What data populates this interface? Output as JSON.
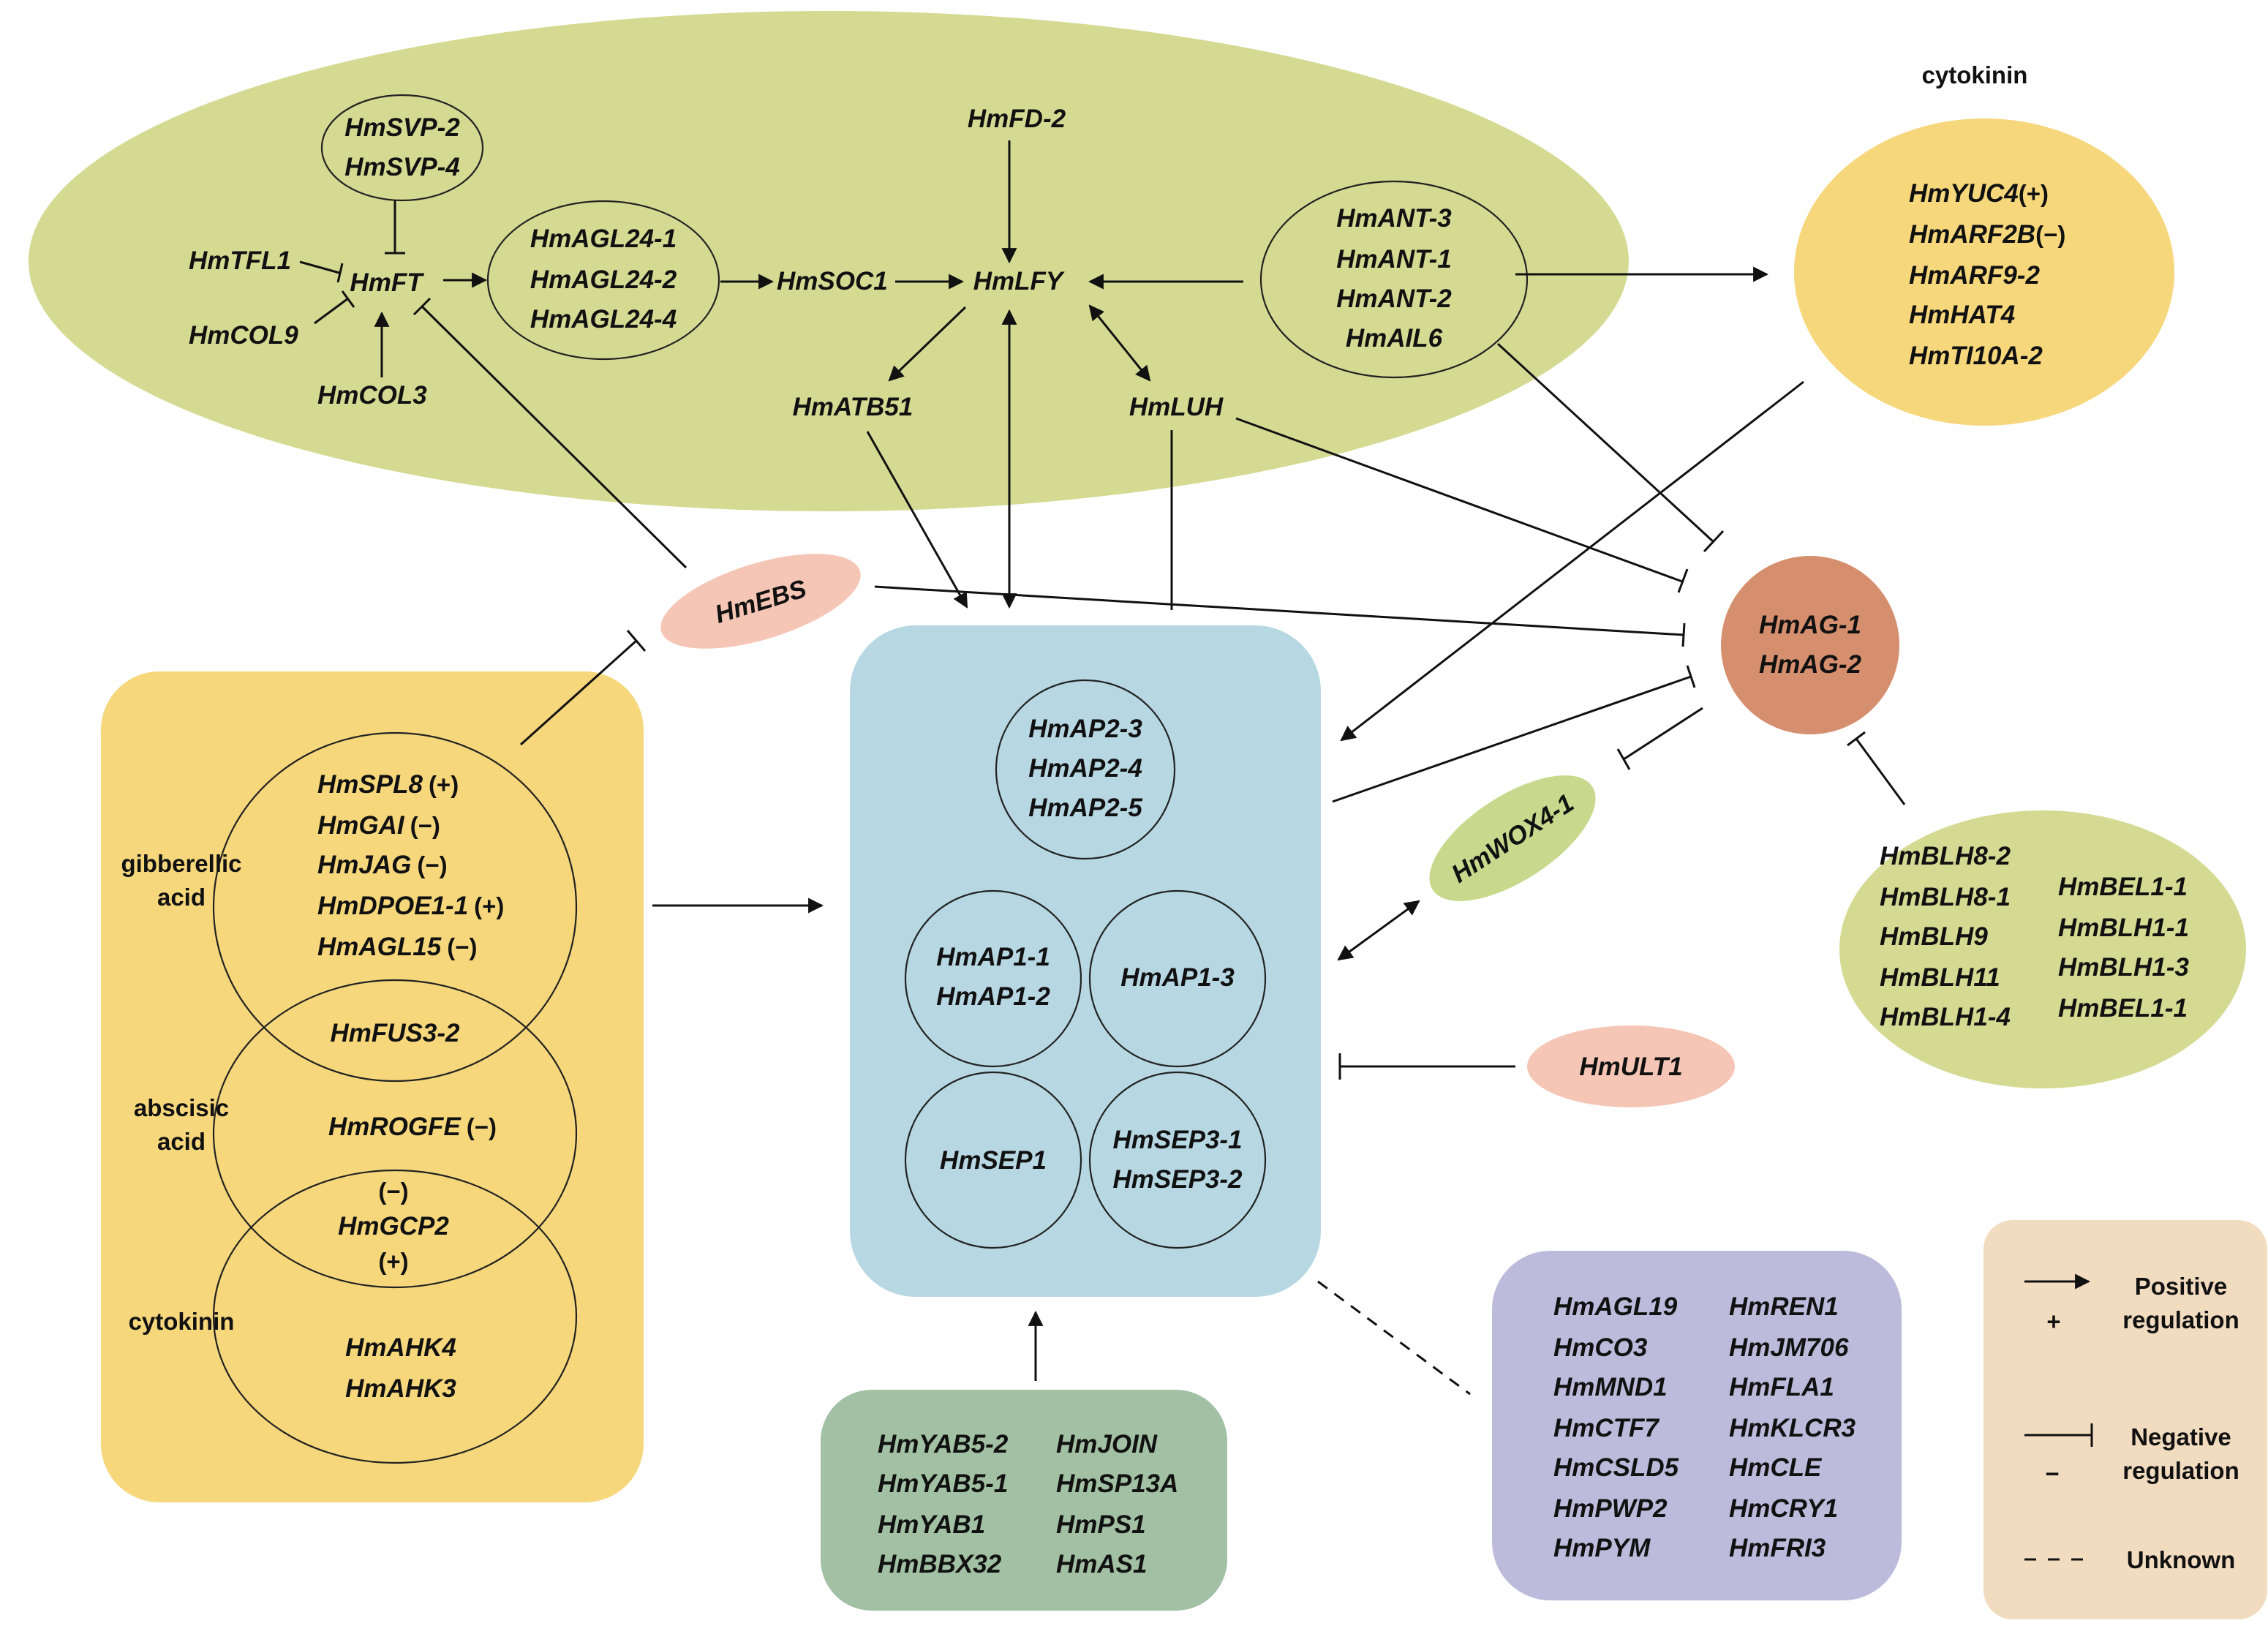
{
  "colors": {
    "top_ellipse": "#d4da92",
    "hormone_box": "#f6d77b",
    "hormone_circle": "#f6d77b",
    "center_box": "#b7d8e3",
    "yab_box": "#a2c0a3",
    "agl19_box": "#bdbbdb",
    "legend_box": "#f2dcc0",
    "ag_circle": "#d68f6e",
    "blh_ellipse": "#d4da92",
    "wox_ellipse": "#c8d98d",
    "ebs_ellipse": "#f5c6b5",
    "ult_ellipse": "#f5c6b5"
  },
  "top_module": {
    "svp": [
      "HmSVP-2",
      "HmSVP-4"
    ],
    "tfl1": "HmTFL1",
    "ft": "HmFT",
    "col9": "HmCOL9",
    "col3": "HmCOL3",
    "agl24": [
      "HmAGL24-1",
      "HmAGL24-2",
      "HmAGL24-4"
    ],
    "soc1": "HmSOC1",
    "fd2": "HmFD-2",
    "lfy": "HmLFY",
    "ant": [
      "HmANT-3",
      "HmANT-1",
      "HmANT-2",
      "HmAIL6"
    ],
    "atb51": "HmATB51",
    "luh": "HmLUH"
  },
  "cytokinin_module": {
    "title": "cytokinin",
    "lines": [
      {
        "gene": "HmYUC4",
        "sign": "(+)"
      },
      {
        "gene": "HmARF2B",
        "sign": "(−)"
      },
      {
        "gene": "HmARF9-2",
        "sign": ""
      },
      {
        "gene": "HmHAT4",
        "sign": ""
      },
      {
        "gene": "HmTI10A-2",
        "sign": ""
      }
    ]
  },
  "ebs": "HmEBS",
  "ag": [
    "HmAG-1",
    "HmAG-2"
  ],
  "wox": "HmWOX4-1",
  "ult": "HmULT1",
  "blh": {
    "left": [
      "HmBLH8-2",
      "HmBLH8-1",
      "HmBLH9",
      "HmBLH11",
      "HmBLH1-4"
    ],
    "right": [
      "HmBEL1-1",
      "HmBLH1-1",
      "HmBLH1-3",
      "HmBEL1-1"
    ]
  },
  "hormone_module": {
    "labels": {
      "ga_line1": "gibberellic",
      "ga_line2": "acid",
      "aba_line1": "abscisic",
      "aba_line2": "acid",
      "ck": "cytokinin"
    },
    "ga_genes": [
      {
        "gene": "HmSPL8",
        "sign": "(+)"
      },
      {
        "gene": "HmGAI",
        "sign": "(−)"
      },
      {
        "gene": "HmJAG",
        "sign": "(−)"
      },
      {
        "gene": "HmDPOE1-1",
        "sign": "(+)"
      },
      {
        "gene": "HmAGL15",
        "sign": "(−)"
      }
    ],
    "fus3": "HmFUS3-2",
    "rogfe": {
      "gene": "HmROGFE",
      "sign": "(−)"
    },
    "gcp2": {
      "gene": "HmGCP2",
      "sign_above": "(−)",
      "sign_below": "(+)"
    },
    "ahk": [
      "HmAHK4",
      "HmAHK3"
    ]
  },
  "floral_module": {
    "ap2": [
      "HmAP2-3",
      "HmAP2-4",
      "HmAP2-5"
    ],
    "ap1": [
      "HmAP1-1",
      "HmAP1-2"
    ],
    "ap13": "HmAP1-3",
    "sep1": "HmSEP1",
    "sep3": [
      "HmSEP3-1",
      "HmSEP3-2"
    ]
  },
  "yab_module": {
    "left": [
      "HmYAB5-2",
      "HmYAB5-1",
      "HmYAB1",
      "HmBBX32"
    ],
    "right": [
      "HmJOIN",
      "HmSP13A",
      "HmPS1",
      "HmAS1"
    ]
  },
  "agl19_module": {
    "left": [
      "HmAGL19",
      "HmCO3",
      "HmMND1",
      "HmCTF7",
      "HmCSLD5",
      "HmPWP2",
      "HmPYM"
    ],
    "right": [
      "HmREN1",
      "HmJM706",
      "HmFLA1",
      "HmKLCR3",
      "HmCLE",
      "HmCRY1",
      "HmFRI3"
    ]
  },
  "legend": {
    "positive_sign": "+",
    "positive_line1": "Positive",
    "positive_line2": "regulation",
    "negative_sign": "−",
    "negative_line1": "Negative",
    "negative_line2": "regulation",
    "unknown": "Unknown"
  }
}
